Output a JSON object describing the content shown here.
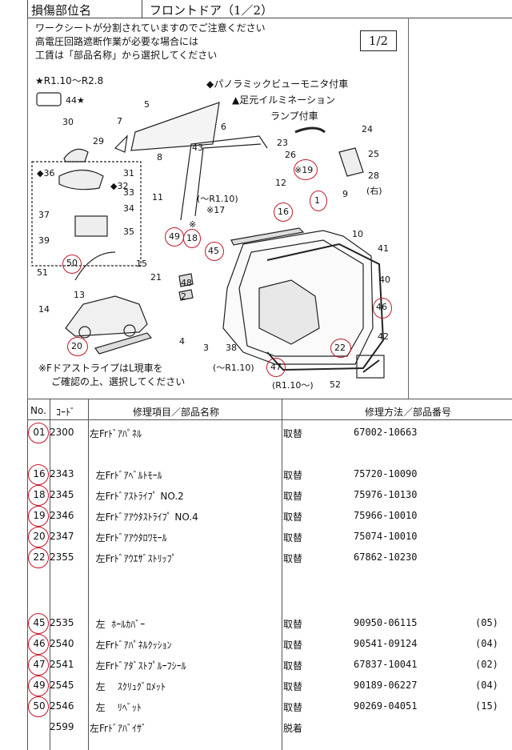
{
  "header": {
    "label": "損傷部位名",
    "value": "フロントドア（1／2）"
  },
  "notice": {
    "line1": "ワークシートが分割されていますのでご注意ください",
    "line2": "高電圧回路遮断作業が必要な場合には",
    "line3": "工賃は「部品名称」から選択してください"
  },
  "page_box": "1/2",
  "star_note": "★R1.10～R2.8",
  "diamond_note": "◆パノラミックビューモニタ付車",
  "triangle_note_1": "▲足元イルミネーション",
  "triangle_note_2": "ランプ付車",
  "callouts": {
    "c44": "44★",
    "c5": "5",
    "c7": "7",
    "c6": "6",
    "c30": "30",
    "c29": "29",
    "c43": "43",
    "c8": "8",
    "c23": "23",
    "c24": "24",
    "c25": "25",
    "c26": "26",
    "c19": "※19",
    "c28": "28",
    "c28b": "(右)",
    "c36": "◆36",
    "c31": "31",
    "c32": "◆32",
    "c33": "33",
    "c34": "34",
    "c37": "37",
    "c35": "35",
    "c39": "39",
    "c11": "11",
    "c12": "12",
    "c9": "9",
    "c1": "1",
    "c10": "10",
    "r110": "(～R1.10)",
    "c17": "※17",
    "c16": "16",
    "c18mark": "※",
    "c49": "49",
    "c18": "18",
    "c45": "45",
    "c41": "41",
    "c40": "40",
    "c51": "51",
    "c50": "50",
    "c15": "15",
    "c14": "14",
    "c13": "13",
    "c21": "21",
    "c48": "48",
    "c2": "2",
    "c46": "46",
    "c3": "3",
    "c4": "4",
    "c20": "20",
    "c38": "38",
    "c42": "42",
    "c22": "22",
    "c47": "47",
    "c52": "52",
    "r110b": "(～R1.10)",
    "r110c": "(R1.10～)"
  },
  "bottom_note": {
    "line1": "※FドアストライプはL現車を",
    "line2": "ご確認の上、選択してください"
  },
  "table": {
    "col_no": "No.",
    "col_code": "ｺｰﾄﾞ",
    "col_name": "修理項目／部品名称",
    "col_method": "修理方法／部品番号",
    "rows": [
      {
        "no": "01",
        "code": "2300",
        "name": "左Frﾄﾞｱﾊﾟﾈﾙ",
        "method": "取替",
        "part": "67002-10663",
        "qty": ""
      },
      {
        "no": "16",
        "code": "2343",
        "name": "  左Frﾄﾞｱﾍﾞﾙﾄﾓｰﾙ",
        "method": "取替",
        "part": "75720-10090",
        "qty": ""
      },
      {
        "no": "18",
        "code": "2345",
        "name": "  左Frﾄﾞｱｽﾄﾗｲﾌﾟ NO.2",
        "method": "取替",
        "part": "75976-10130",
        "qty": ""
      },
      {
        "no": "19",
        "code": "2346",
        "name": "  左Frﾄﾞｱｱｳﾀｽﾄﾗｲﾌﾟ NO.4",
        "method": "取替",
        "part": "75966-10010",
        "qty": ""
      },
      {
        "no": "20",
        "code": "2347",
        "name": "  左Frﾄﾞｱｱｳﾀﾛﾜﾓｰﾙ",
        "method": "取替",
        "part": "75074-10010",
        "qty": ""
      },
      {
        "no": "22",
        "code": "2355",
        "name": "  左Frﾄﾞｱｳｴｻﾞｽﾄﾘｯﾌﾟ",
        "method": "取替",
        "part": "67862-10230",
        "qty": ""
      },
      {
        "no": "45",
        "code": "2535",
        "name": "  左  ﾎｰﾙｶﾊﾞｰ",
        "method": "取替",
        "part": "90950-06115",
        "qty": "(05)"
      },
      {
        "no": "46",
        "code": "2540",
        "name": "  左Frﾄﾞｱﾊﾟﾈﾙｸｯｼｮﾝ",
        "method": "取替",
        "part": "90541-09124",
        "qty": "(04)"
      },
      {
        "no": "47",
        "code": "2541",
        "name": "  左Frﾄﾞｱﾀﾞｽﾄﾌﾟﾙｰﾌｼｰﾙ",
        "method": "取替",
        "part": "67837-10041",
        "qty": "(02)"
      },
      {
        "no": "49",
        "code": "2545",
        "name": "  左    ｽｸﾘｭｸﾞﾛﾒｯﾄ",
        "method": "取替",
        "part": "90189-06227",
        "qty": "(04)"
      },
      {
        "no": "50",
        "code": "2546",
        "name": "  左    ﾘﾍﾞｯﾄ",
        "method": "取替",
        "part": "90269-04051",
        "qty": "(15)"
      },
      {
        "no": "",
        "code": "2599",
        "name": "左Frﾄﾞｱﾊﾞｲｻﾞ",
        "method": "脱着",
        "part": "",
        "qty": ""
      }
    ]
  }
}
